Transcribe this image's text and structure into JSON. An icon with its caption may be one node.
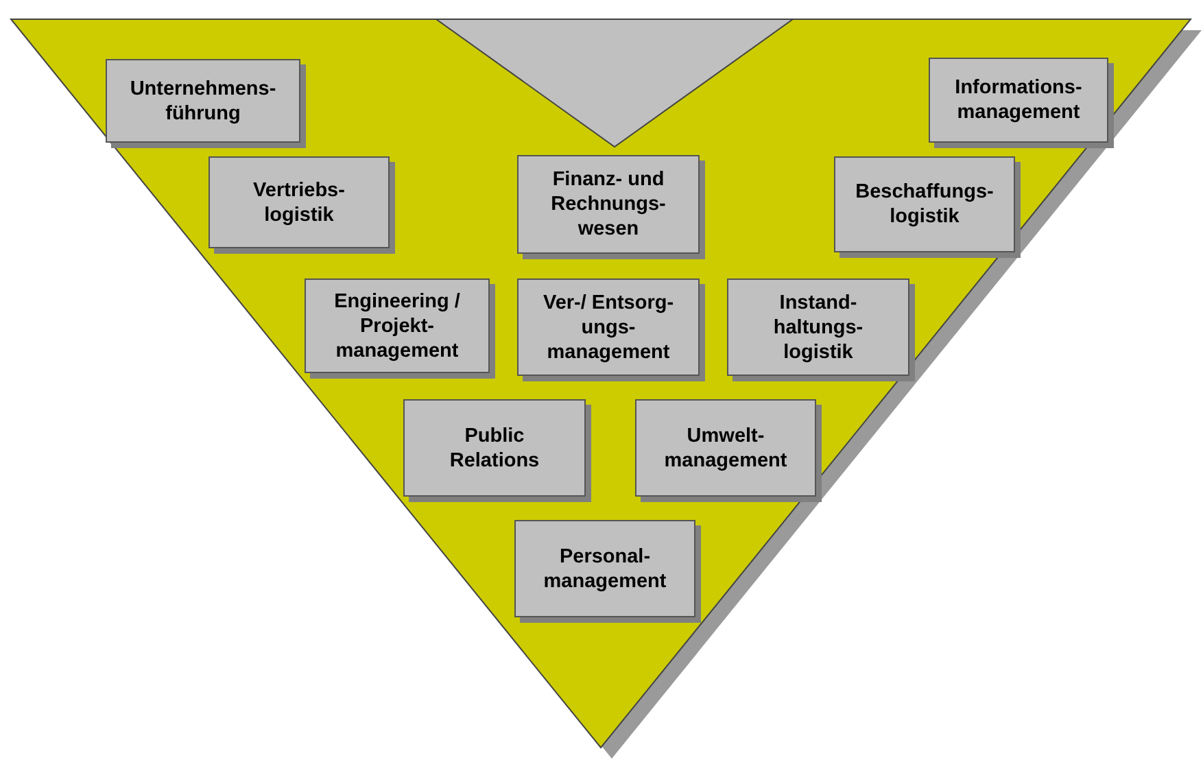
{
  "diagram": {
    "nodes": [
      {
        "text": [],
        "shape": "triangle"
      },
      {
        "text": [],
        "shape": "triangle",
        "in": 0
      },
      {
        "text": [
          "Unternehmens- führung"
        ],
        "in": 0
      },
      {
        "text": [
          "Informations- management"
        ],
        "in": 0
      },
      {
        "text": [
          "Vertriebs- logistik"
        ],
        "in": 0
      },
      {
        "text": [
          "Finanz- und Rechnungs- wesen"
        ],
        "in": 0
      },
      {
        "text": [
          "Beschaffungs- logistik"
        ],
        "in": 0
      },
      {
        "text": [
          "Engineering / Projekt- management"
        ],
        "in": 0
      },
      {
        "text": [
          "Ver-/ Entsorg- ungs- management"
        ],
        "in": 0
      },
      {
        "text": [
          "Instand- haltungs- logistik"
        ],
        "in": 0
      },
      {
        "text": [
          "Public Relations"
        ],
        "in": 0
      },
      {
        "text": [
          "Umwelt- management"
        ],
        "in": 0
      },
      {
        "text": [
          "Personal- management"
        ],
        "in": 0
      }
    ]
  }
}
